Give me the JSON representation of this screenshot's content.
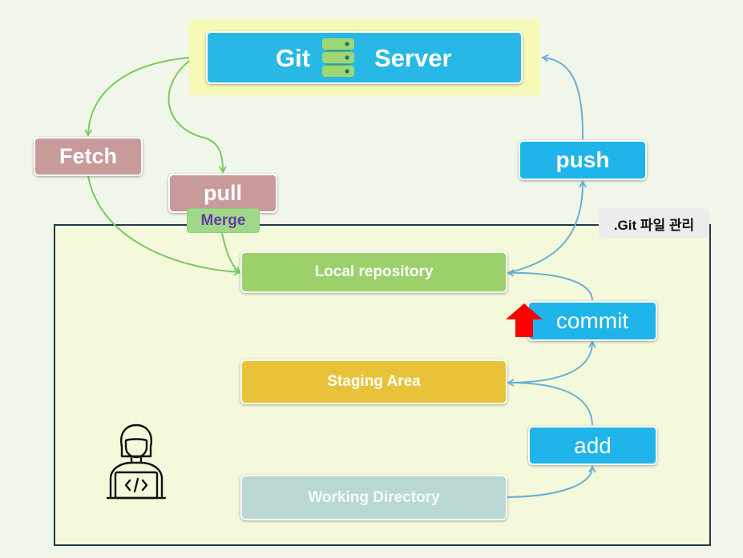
{
  "server": {
    "left_label": "Git",
    "right_label": "Server",
    "icon": "database-icon"
  },
  "remote_actions": {
    "fetch": "Fetch",
    "pull": "pull",
    "merge": "Merge",
    "push": "push"
  },
  "local_area": {
    "label": ".Git 파일 관리",
    "local_repository": "Local repository",
    "staging_area": "Staging Area",
    "working_directory": "Working Directory"
  },
  "local_actions": {
    "commit": "commit",
    "add": "add"
  },
  "icons": {
    "developer": "developer-laptop-icon",
    "up_arrow": "red-up-arrow-icon"
  },
  "colors": {
    "server_band": "#f7f9b6",
    "server": "#29b8e6",
    "fetch_pull": "#c89a9a",
    "action_blue": "#1fb4ea",
    "local_repository": "#9cd06a",
    "staging_area": "#e8c33a",
    "working_directory": "#b9d8d4",
    "green_flow": "#7cc860",
    "blue_flow": "#6aaed6",
    "arrow_red": "#ff0000"
  }
}
